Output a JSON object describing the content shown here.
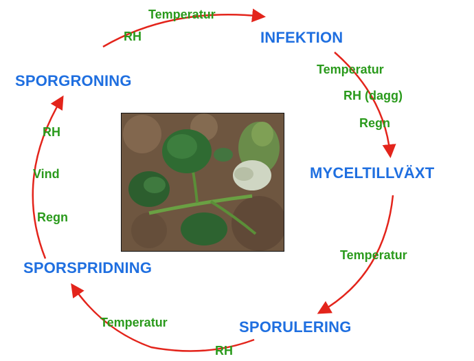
{
  "colors": {
    "stage": "#1f6fe0",
    "factor": "#2a9a1c",
    "arrow": "#e3241b"
  },
  "stages": {
    "infektion": "INFEKTION",
    "myceltillvaxt": "MYCELTILLVÄXT",
    "sporulering": "SPORULERING",
    "sporspridning": "SPORSPRIDNING",
    "sporgroning": "SPORGRONING"
  },
  "factors": {
    "top_temperatur": "Temperatur",
    "top_rh": "RH",
    "right_temperatur": "Temperatur",
    "right_rh_dagg": "RH (dagg)",
    "right_regn": "Regn",
    "lowright_temperatur": "Temperatur",
    "bottom_temperatur": "Temperatur",
    "bottom_rh": "RH",
    "left_rh": "RH",
    "left_vind": "Vind",
    "left_regn": "Regn"
  },
  "photo": {
    "subject": "potato-leaf-with-blight"
  }
}
